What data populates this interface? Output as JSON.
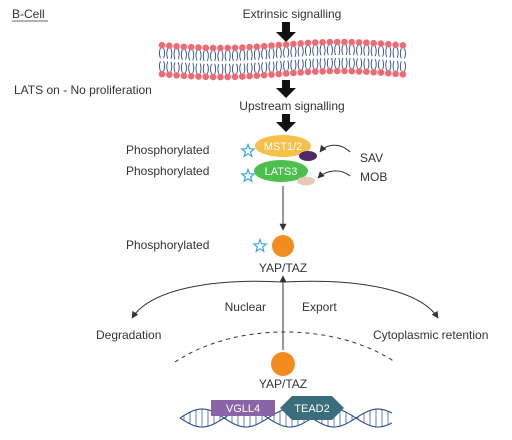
{
  "corner_label": "B-Cell",
  "top_label": "Extrinsic signalling",
  "state_label": "LATS on - No proliferation",
  "upstream_label": "Upstream signalling",
  "mst": {
    "label": "MST1/2",
    "status": "Phosphorylated"
  },
  "lats": {
    "label": "LATS3",
    "status": "Phosphorylated"
  },
  "sav_label": "SAV",
  "mob_label": "MOB",
  "yap_cyto": {
    "status": "Phosphorylated",
    "label": "YAP/TAZ"
  },
  "nuclear_label": "Nuclear",
  "export_label": "Export",
  "degradation_label": "Degradation",
  "retention_label": "Cytoplasmic retention",
  "yap_nuc_label": "YAP/TAZ",
  "vgll4_label": "VGLL4",
  "tead2_label": "TEAD2",
  "colors": {
    "lipid_head": "#ef6a72",
    "lipid_tail": "#2b4a8b",
    "mst": "#f6c04a",
    "lats": "#4cbf4c",
    "sav": "#4a2a6a",
    "mob": "#e8c8b8",
    "yap": "#f28c1e",
    "star": "#3aa6e0",
    "vgll4": "#8a64a8",
    "tead2": "#3a6e7c",
    "dna": "#2b4a8b"
  }
}
